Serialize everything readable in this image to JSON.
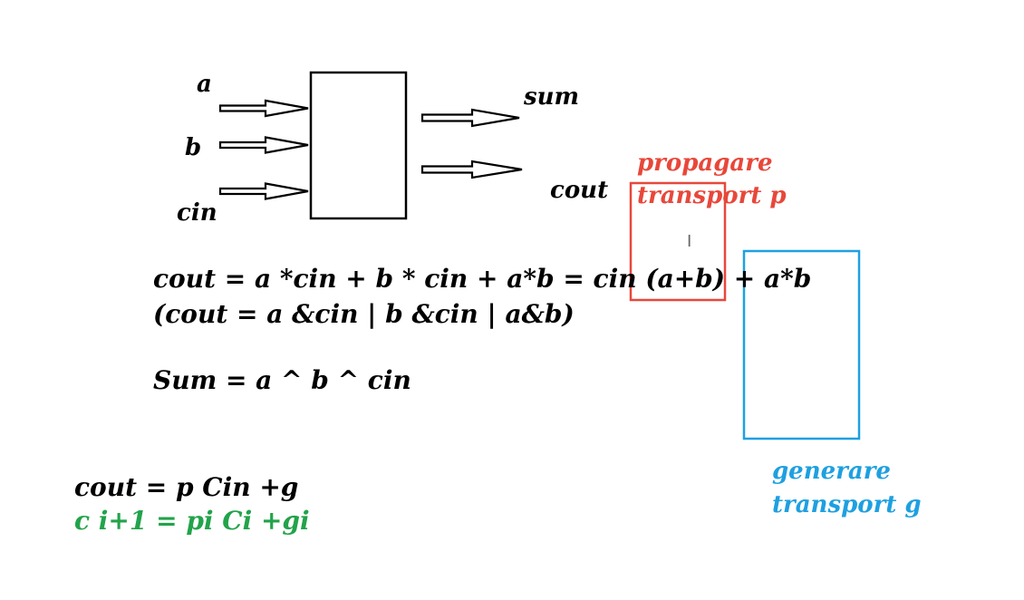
{
  "block": {
    "inputs": [
      "a",
      "b",
      "cin"
    ],
    "outputs": [
      "sum",
      "cout"
    ]
  },
  "equations": {
    "cout": "cout = a *cin + b * cin + a*b = cin (a+b) + a*b",
    "cout_logic": "(cout = a &cin  |  b &cin  |  a&b)",
    "sum": "Sum  = a ^ b ^ cin",
    "cout_pg": "cout = p Cin +g",
    "carry_recurrence": "c i+1 = pi Ci +gi"
  },
  "annotations": {
    "propagate_line1": "propagare",
    "propagate_line2": "transport   p",
    "generate_line1": "generare",
    "generate_line2": "transport g"
  },
  "colors": {
    "text": "#000000",
    "propagate": "#e8473a",
    "generate": "#1ea0e0",
    "recurrence": "#22a34a"
  },
  "icons": {
    "cursor": "text-cursor-icon"
  }
}
